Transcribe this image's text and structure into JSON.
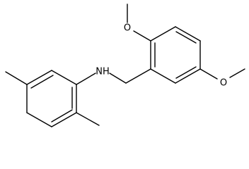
{
  "structure": {
    "line_color": "#000000",
    "background": "#ffffff",
    "atoms": {
      "amine": "NH",
      "methoxy_top_oxygen": "O",
      "methoxy_right_oxygen": "O"
    }
  }
}
